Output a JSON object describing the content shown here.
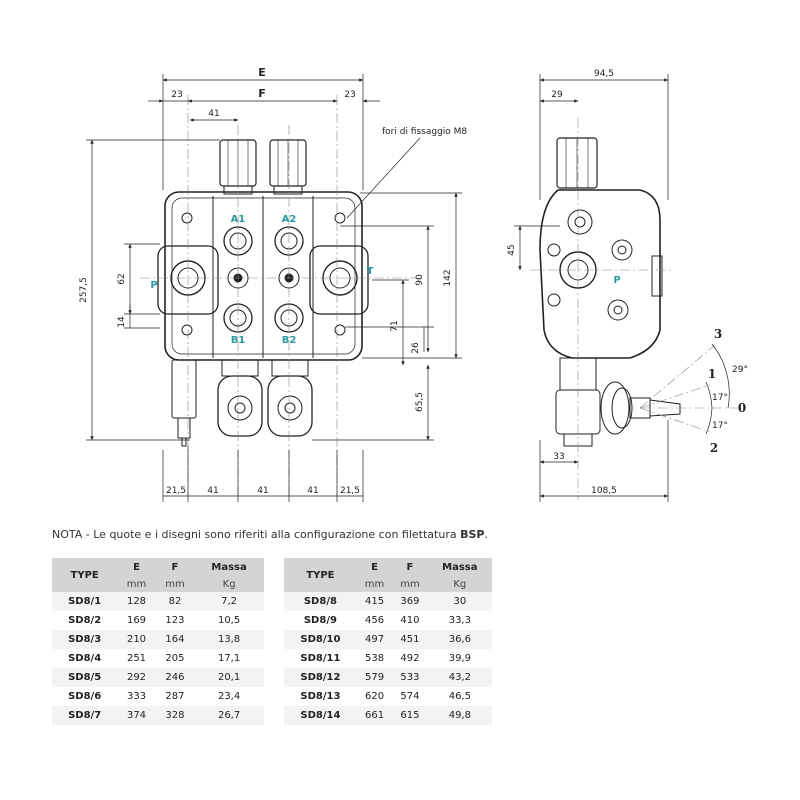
{
  "drawing": {
    "port_labels": {
      "a1": "A1",
      "a2": "A2",
      "b1": "B1",
      "b2": "B2",
      "p": "P",
      "t": "T"
    },
    "front_dims": {
      "e": "E",
      "f": "F",
      "left_23": "23",
      "right_23": "23",
      "top_41": "41",
      "height_257": "257,5",
      "d62": "62",
      "d14": "14",
      "d90": "90",
      "d142": "142",
      "d71": "71",
      "d26": "26",
      "d65": "65,5",
      "bottom": [
        "21,5",
        "41",
        "41",
        "41",
        "21,5"
      ]
    },
    "callout": "fori di fissaggio M8",
    "side_dims": {
      "w945": "94,5",
      "d29": "29",
      "d45": "45",
      "d33": "33",
      "w1085": "108,5"
    },
    "side_port": "P",
    "lever": {
      "pos3": "3",
      "pos1": "1",
      "pos0": "0",
      "pos2": "2",
      "a29": "29°",
      "a17a": "17°",
      "a17b": "17°"
    }
  },
  "note": {
    "prefix": "NOTA - Le quote e i disegni sono riferiti alla configurazione con filettatura",
    "bold": "BSP",
    "suffix": "."
  },
  "table": {
    "headers": {
      "type": "TYPE",
      "e": "E",
      "f": "F",
      "massa": "Massa"
    },
    "units": {
      "e": "mm",
      "f": "mm",
      "massa": "Kg"
    },
    "left_rows": [
      {
        "type": "SD8/1",
        "e": "128",
        "f": "82",
        "massa": "7,2"
      },
      {
        "type": "SD8/2",
        "e": "169",
        "f": "123",
        "massa": "10,5"
      },
      {
        "type": "SD8/3",
        "e": "210",
        "f": "164",
        "massa": "13,8"
      },
      {
        "type": "SD8/4",
        "e": "251",
        "f": "205",
        "massa": "17,1"
      },
      {
        "type": "SD8/5",
        "e": "292",
        "f": "246",
        "massa": "20,1"
      },
      {
        "type": "SD8/6",
        "e": "333",
        "f": "287",
        "massa": "23,4"
      },
      {
        "type": "SD8/7",
        "e": "374",
        "f": "328",
        "massa": "26,7"
      }
    ],
    "right_rows": [
      {
        "type": "SD8/8",
        "e": "415",
        "f": "369",
        "massa": "30"
      },
      {
        "type": "SD8/9",
        "e": "456",
        "f": "410",
        "massa": "33,3"
      },
      {
        "type": "SD8/10",
        "e": "497",
        "f": "451",
        "massa": "36,6"
      },
      {
        "type": "SD8/11",
        "e": "538",
        "f": "492",
        "massa": "39,9"
      },
      {
        "type": "SD8/12",
        "e": "579",
        "f": "533",
        "massa": "43,2"
      },
      {
        "type": "SD8/13",
        "e": "620",
        "f": "574",
        "massa": "46,5"
      },
      {
        "type": "SD8/14",
        "e": "661",
        "f": "615",
        "massa": "49,8"
      }
    ]
  }
}
